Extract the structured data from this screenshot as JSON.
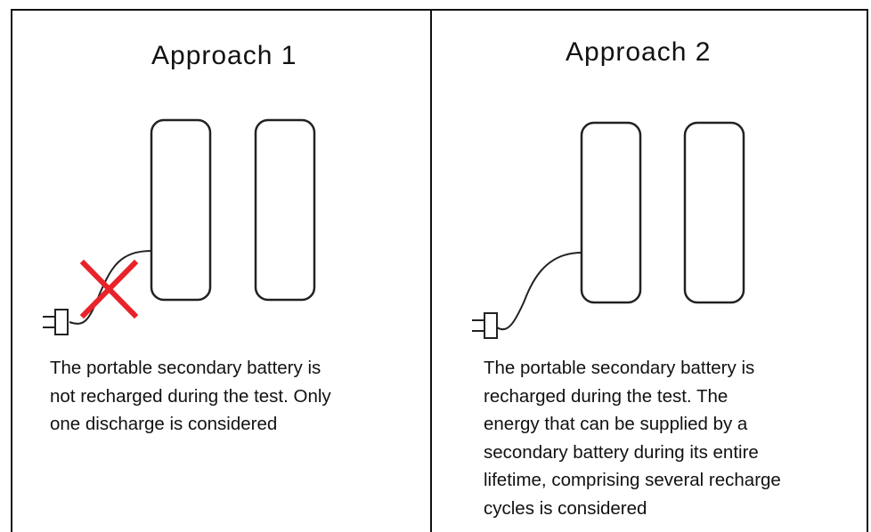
{
  "panel1": {
    "title": "Approach 1",
    "description": [
      "The portable secondary battery is",
      "not recharged during the test. Only",
      "one discharge is considered"
    ],
    "icons": [
      "battery-icon",
      "battery-icon",
      "plug-icon",
      "cross-icon"
    ],
    "cross_color": "#e8232a"
  },
  "panel2": {
    "title": "Approach 2",
    "description": [
      "The portable secondary battery is",
      "recharged during the test. The",
      "energy that can be supplied by a",
      "secondary battery during its entire",
      "lifetime, comprising several recharge",
      "cycles is considered"
    ],
    "icons": [
      "battery-icon",
      "battery-icon",
      "plug-icon"
    ]
  }
}
